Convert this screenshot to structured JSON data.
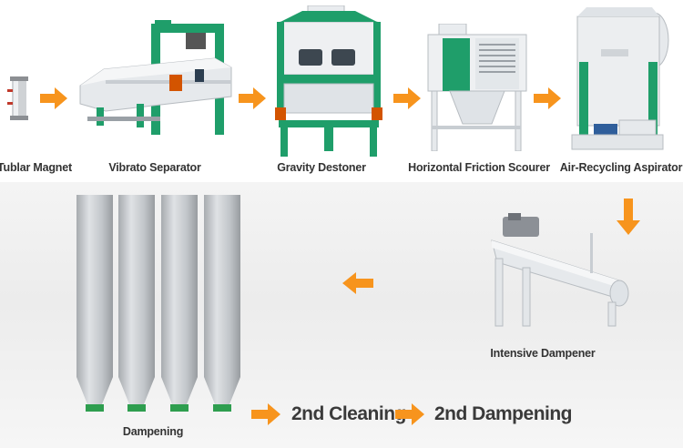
{
  "steps_top": [
    {
      "label": "Tublar Magnet"
    },
    {
      "label": "Vibrato Separator"
    },
    {
      "label": "Gravity Destoner"
    },
    {
      "label": "Horizontal Friction Scourer"
    },
    {
      "label": "Air-Recycling Aspirator"
    }
  ],
  "intensive_dampener": {
    "label": "Intensive Dampener"
  },
  "dampening": {
    "label": "Dampening"
  },
  "next_steps": [
    {
      "label": "2nd Cleaning"
    },
    {
      "label": "2nd Dampening"
    }
  ],
  "colors": {
    "arrow": "#f7941d",
    "machine_green": "#1f9e6a",
    "machine_white": "#e9ecef",
    "silo_grey": "#b9bcbf",
    "text": "#333333"
  }
}
